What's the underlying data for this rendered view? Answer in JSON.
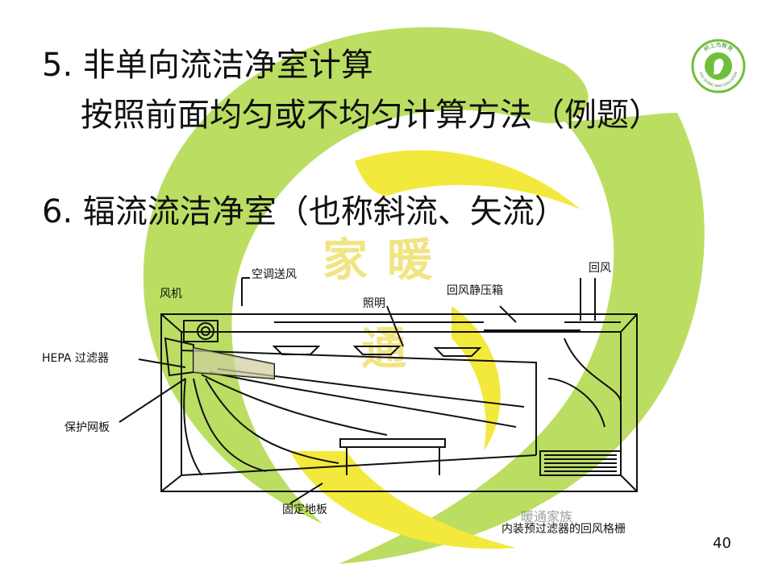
{
  "slide": {
    "line1": "5. 非单向流洁净室计算",
    "line2": "按照前面均匀或不均匀计算方法（例题）",
    "line3": "6. 辐流流洁净室（也称斜流、矢流）",
    "page_number": "40"
  },
  "logo": {
    "text_cn": "树上鸟教育",
    "text_en": "SHU SHANG NIAO EDUCATION"
  },
  "watermark": {
    "chars": [
      "家",
      "暖",
      "通"
    ],
    "source": "暖通家族"
  },
  "diagram": {
    "labels": {
      "ac_supply": "空调送风",
      "return_air": "回风",
      "fan": "风机",
      "lighting": "照明",
      "return_plenum": "回风静压箱",
      "hepa": "HEPA 过滤器",
      "guard_plate": "保护网板",
      "fixed_floor": "固定地板",
      "return_grille": "内装预过滤器的回风格栅"
    }
  },
  "colors": {
    "green": "#a9d64a",
    "yellow": "#f4ea3a",
    "text": "#111111"
  }
}
